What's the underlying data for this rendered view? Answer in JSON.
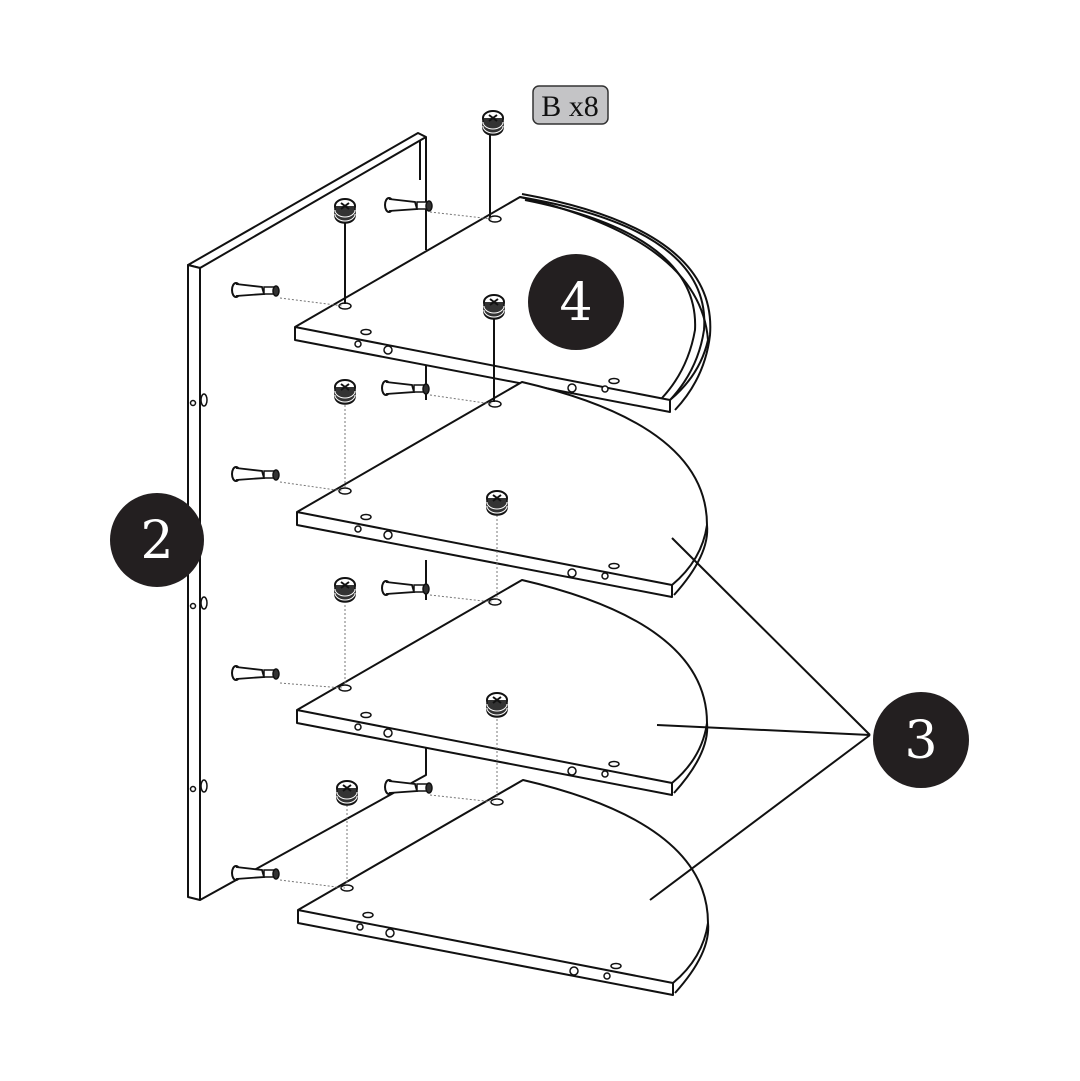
{
  "callouts": {
    "side_panel": "2",
    "top_shelf": "4",
    "shelves": "3"
  },
  "hardware_badge": {
    "label": "B x8",
    "fill_color": "#c4c4c6"
  },
  "shelf_count": 4,
  "cam_lock_count": 8
}
